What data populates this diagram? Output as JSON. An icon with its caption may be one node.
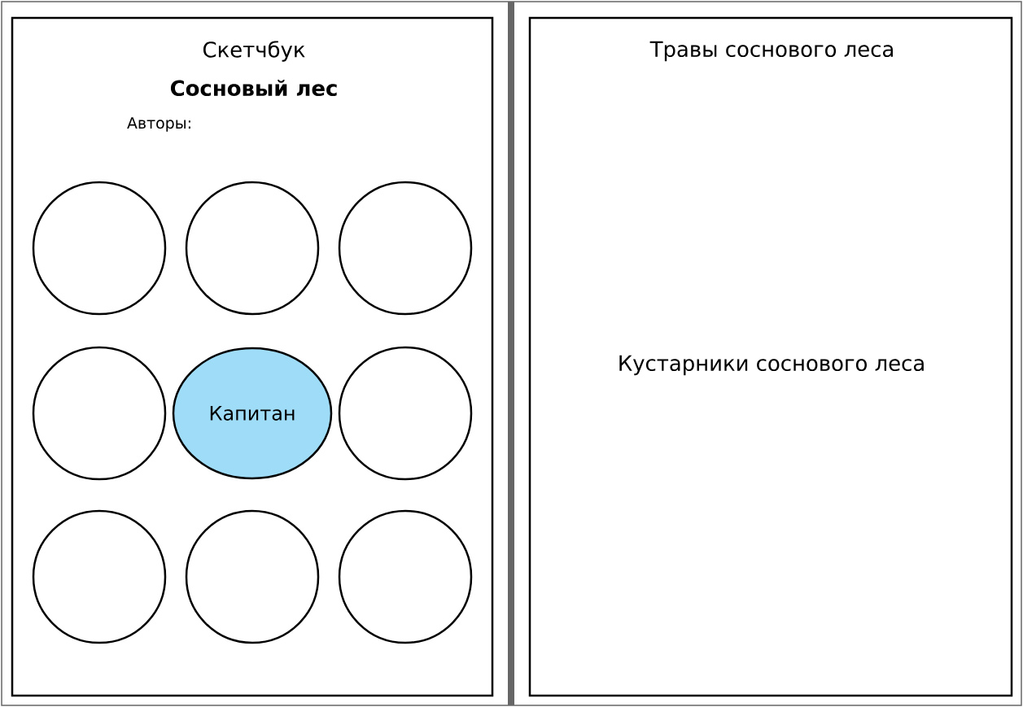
{
  "diagram": {
    "nodes": [
      {
        "text": [
          "Скетчбук",
          "Сосновый лес",
          "Авторы:"
        ]
      },
      {
        "text": [],
        "shape": "circle",
        "in": 0
      },
      {
        "text": [],
        "shape": "circle",
        "in": 0
      },
      {
        "text": [],
        "shape": "circle",
        "in": 0
      },
      {
        "text": [],
        "shape": "circle",
        "in": 0
      },
      {
        "text": [
          "Капитан"
        ],
        "in": 0
      },
      {
        "text": [],
        "shape": "circle",
        "in": 0
      },
      {
        "text": [],
        "shape": "circle",
        "in": 0
      },
      {
        "text": [],
        "shape": "circle",
        "in": 0
      },
      {
        "text": [],
        "shape": "circle",
        "in": 0
      },
      {
        "text": [
          "Травы соснового леса",
          "Кустарники соснового леса"
        ]
      }
    ]
  }
}
